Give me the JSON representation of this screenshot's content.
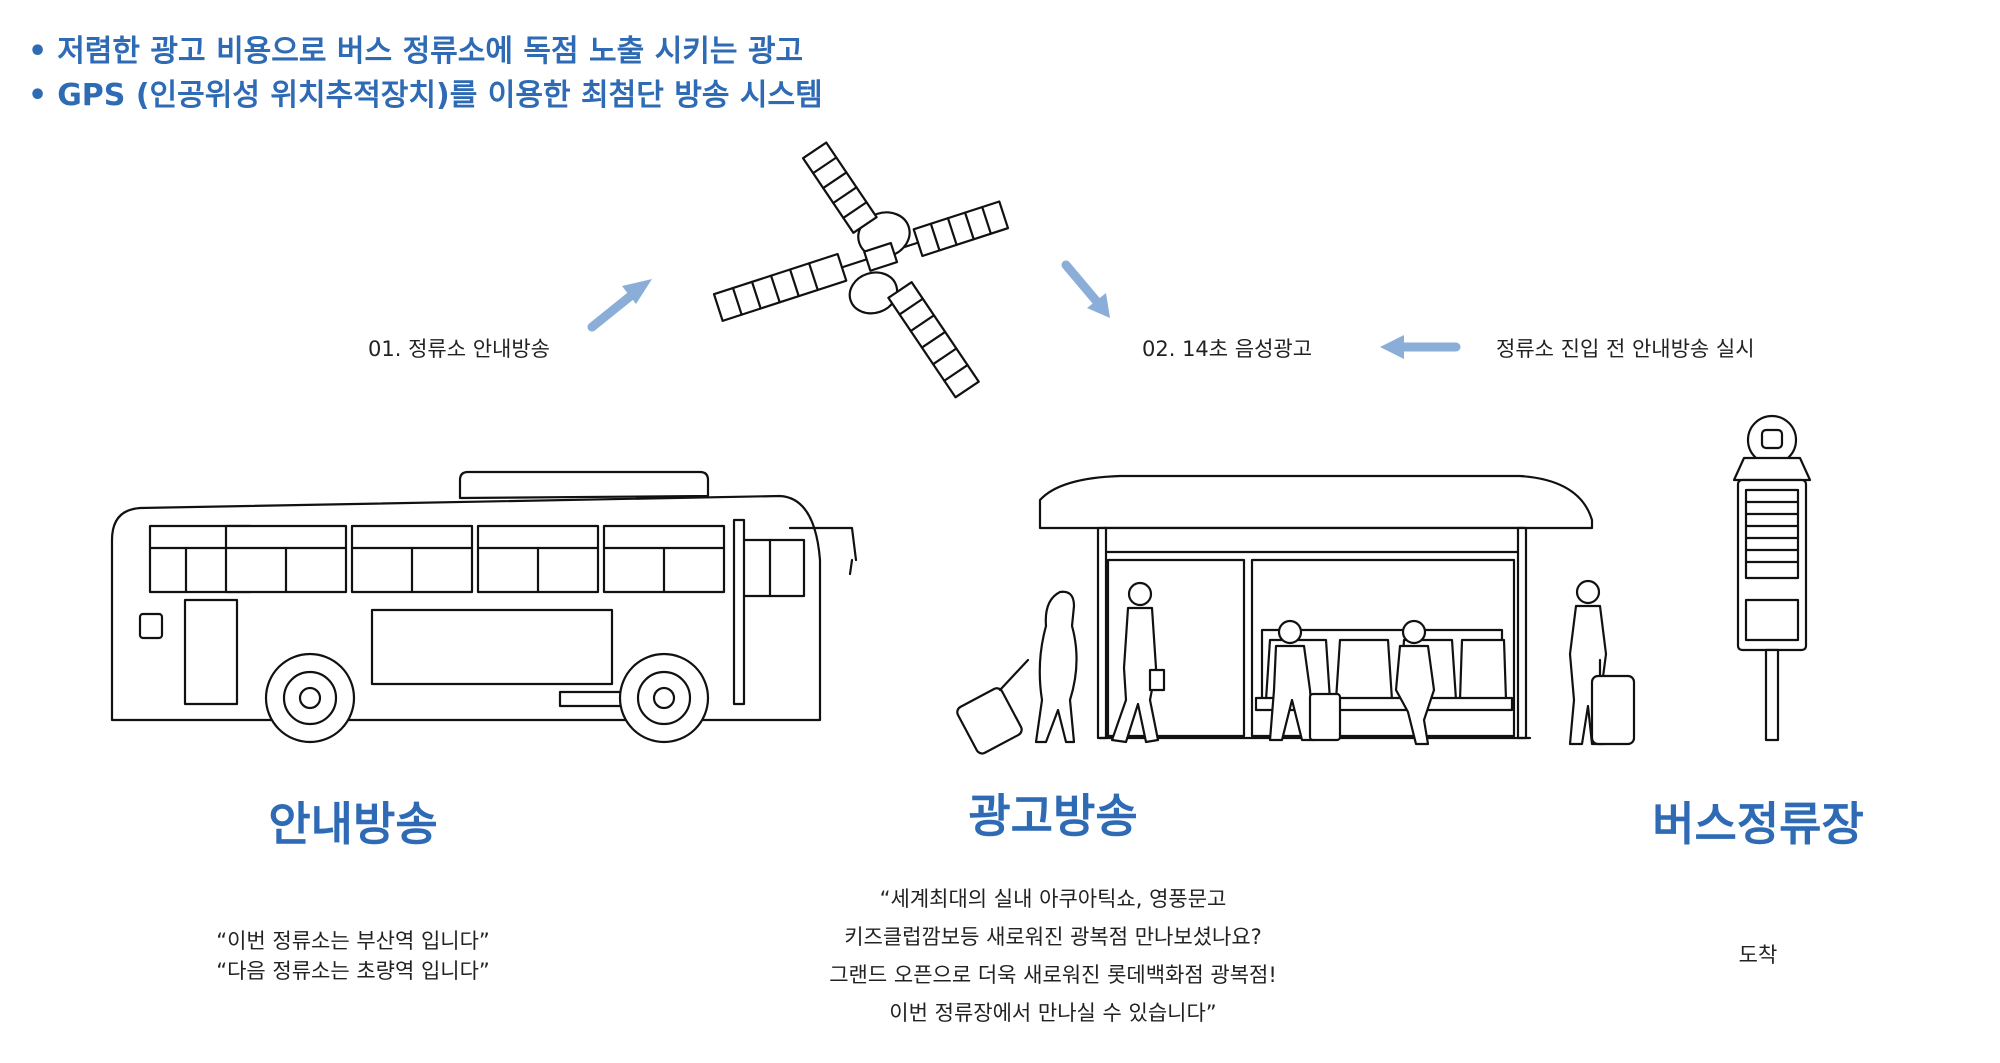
{
  "header": {
    "bullets": [
      "저렴한 광고 비용으로 버스 정류소에 독점 노출 시키는 광고",
      "GPS (인공위성 위치추적장치)를 이용한 최첨단 방송 시스템"
    ],
    "bullet_glyph": "•"
  },
  "flow": {
    "step1_label": "01. 정류소 안내방송",
    "step2_label": "02. 14초 음성광고",
    "step3_label": "정류소 진입 전 안내방송 실시"
  },
  "sections": {
    "announce": {
      "title": "안내방송",
      "lines": [
        "“이번  정류소는 부산역 입니다”",
        "“다음 정류소는 초량역 입니다”"
      ]
    },
    "advert": {
      "title": "광고방송",
      "lines": [
        "“세계최대의 실내 아쿠아틱쇼, 영풍문고",
        "키즈클럽깜보등 새로워진 광복점 만나보셨나요?",
        "그랜드 오픈으로 더욱 새로워진 롯데백화점 광복점!",
        "이번 정류장에서 만나실 수 있습니다”"
      ]
    },
    "busstop": {
      "title": "버스정류장",
      "lines": [
        "도착"
      ]
    }
  },
  "colors": {
    "accent": "#2f6bb5",
    "arrow": "#8aaed8",
    "text": "#222222"
  },
  "icons": [
    "satellite-icon",
    "bus-icon",
    "bus-shelter-icon",
    "bus-stop-sign-icon",
    "arrow-icon"
  ]
}
